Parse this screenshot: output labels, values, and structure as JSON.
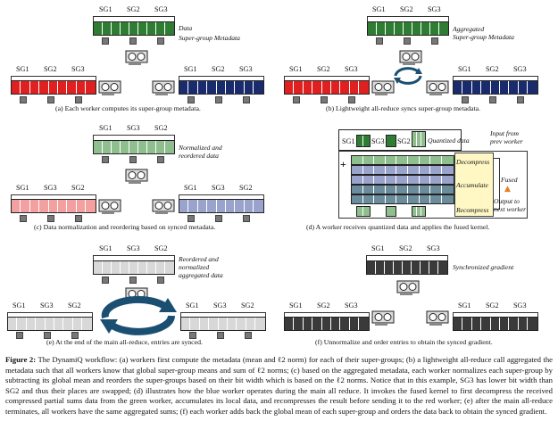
{
  "panels": {
    "a": {
      "caption": "(a) Each worker computes its super-group metadata.",
      "note_line1": "Data",
      "note_line2": "Super-group Metadata",
      "sg_top": [
        "SG1",
        "SG2",
        "SG3"
      ],
      "sg_left": [
        "SG1",
        "SG2",
        "SG3"
      ],
      "sg_right": [
        "SG1",
        "SG2",
        "SG3"
      ]
    },
    "b": {
      "caption": "(b) Lightweight all-reduce syncs super-group metadata.",
      "note": "Aggregated\nSuper-group Metadata",
      "sg_top": [
        "SG1",
        "SG2",
        "SG3"
      ],
      "sg_left": [
        "SG1",
        "SG2",
        "SG3"
      ],
      "sg_right": [
        "SG1",
        "SG2",
        "SG3"
      ]
    },
    "c": {
      "caption": "(c) Data normalization and reordering based on synced metadata.",
      "note": "Normalized and\nreordered data",
      "sg_top": [
        "SG1",
        "SG3",
        "SG2"
      ],
      "sg_left": [
        "SG1",
        "SG3",
        "SG2"
      ],
      "sg_right": [
        "SG1",
        "SG3",
        "SG2"
      ]
    },
    "d": {
      "caption": "(d) A worker receives quantized data and applies the fused kernel.",
      "sg_labels": [
        "SG1",
        "SG3",
        "SG2"
      ],
      "input_label": "Input from\nprev worker",
      "quantized_label": "Quantized data",
      "decompress": "Decompress",
      "accumulate": "Accumulate",
      "recompress": "Recompress",
      "fused": "Fused",
      "output_label": "Output to\nnext worker",
      "plus": "+"
    },
    "e": {
      "caption": "(e) At the end of the main all-reduce, entries are synced.",
      "note": "Reordered and\nnormalized\naggregated data",
      "sg_top": [
        "SG1",
        "SG3",
        "SG2"
      ],
      "sg_left": [
        "SG1",
        "SG3",
        "SG2"
      ],
      "sg_right": [
        "SG1",
        "SG3",
        "SG2"
      ]
    },
    "f": {
      "caption": "(f) Unnormalize and order entries to obtain the synced gradient.",
      "note": "Synchronized gradient",
      "sg_top": [
        "SG1",
        "SG2",
        "SG3"
      ],
      "sg_left": [
        "SG1",
        "SG2",
        "SG3"
      ],
      "sg_right": [
        "SG1",
        "SG2",
        "SG3"
      ]
    }
  },
  "colors": {
    "green": "#2e7d32",
    "red": "#e02020",
    "navy": "#1a2b6d",
    "light_green": "#8fbf8f",
    "pink": "#f2a0a0",
    "lavender": "#9aa3cc",
    "gray_light": "#d8d8d8",
    "dark": "#3a3a3a"
  },
  "figure_caption": {
    "label": "Figure 2:",
    "text": "The DynamiQ workflow: (a) workers first compute the metadata (mean and ℓ2 norm) for each of their super-groups; (b) a lightweight all-reduce call aggregated the metadata such that all workers know that global super-group means and sum of ℓ2 norms; (c) based on the aggregated metadata, each worker normalizes each super-group by subtracting its global mean and reorders the super-groups based on their bit width which is based on the ℓ2 norms. Notice that in this example, SG3 has lower bit width than SG2 and thus their places are swapped; (d) illustrates how the blue worker operates during the main all reduce. It invokes the fused kernel to first decompress the received compressed partial sums data from the green worker, accumulates its local data, and recompresses the result before sending it to the red worker; (e) after the main all-reduce terminates, all workers have the same aggregated sums; (f) each worker adds back the global mean of each super-group and orders the data back to obtain the synced gradient."
  }
}
